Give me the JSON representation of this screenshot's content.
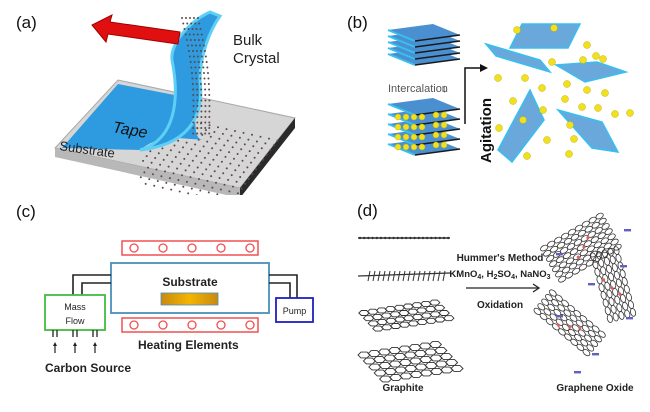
{
  "figure": {
    "panels": [
      {
        "id": "a",
        "label": "(a)",
        "title": "Mechanical exfoliation",
        "texts": {
          "bulk": "Bulk",
          "crystal": "Crystal",
          "tape": "Tape",
          "substrate": "Substrate"
        },
        "colors": {
          "tape": "#2e9be0",
          "tape_edge": "#5fd0f5",
          "arrow": "#e01010",
          "substrate_top": "#d4d4d4",
          "substrate_side": "#b0b0b0",
          "substrate_dark": "#2a2a2a",
          "lattice": "#5a4a4a"
        }
      },
      {
        "id": "b",
        "label": "(b)",
        "title": "Liquid phase exfoliation",
        "texts": {
          "intercalation": "Intercalation",
          "agitation": "Agitation"
        },
        "colors": {
          "sheet_top": "#4a90d0",
          "sheet_light": "#8ec0e8",
          "sheet_edge": "#36c0f0",
          "sheet_dark": "#1a1a1a",
          "ball": "#f0e020",
          "ball_edge": "#c8b400"
        }
      },
      {
        "id": "c",
        "label": "(c)",
        "title": "Chemical vapor deposition",
        "texts": {
          "substrate": "Substrate",
          "mass": "Mass",
          "flow": "Flow",
          "pump": "Pump",
          "heating": "Heating Elements",
          "carbon": "Carbon Source"
        },
        "heater_coils_per_bar": 5,
        "colors": {
          "heater": "#f05050",
          "chamber": "#4a90b8",
          "massflow": "#44bb44",
          "pump": "#2020c0",
          "sample": "#e0a010",
          "pipe": "#222222"
        }
      },
      {
        "id": "d",
        "label": "(d)",
        "title": "Chemical oxidation",
        "texts": {
          "method": "Hummer's Method",
          "reagents": [
            "KMnO",
            "4",
            ", H",
            "2",
            "SO",
            "4",
            ", NaNO",
            "3"
          ],
          "oxidation": "Oxidation",
          "graphite": "Graphite",
          "graphene_oxide": "Graphene Oxide"
        },
        "colors": {
          "lattice": "#333333",
          "functional_group": "#6060c0",
          "oxygen": "#e06060"
        }
      }
    ]
  }
}
